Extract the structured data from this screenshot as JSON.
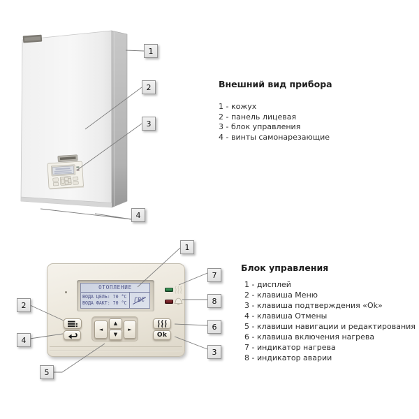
{
  "exterior_figure": {
    "heading": "Внешний вид прибора",
    "items": [
      "1 - кожух",
      "2 - панель лицевая",
      "3 - блок управления",
      "4 - винты самонарезающие"
    ],
    "callouts": [
      "1",
      "2",
      "3",
      "4"
    ]
  },
  "control_figure": {
    "heading": "Блок управления",
    "items": [
      "1 - дисплей",
      "2 - клавиша Меню",
      "3 - клавиша подтверждения «Ok»",
      "4 - клавиша Отмены",
      "5 - клавиши навигации и редактирования",
      "6 - клавиша включения нагрева",
      "7 - индикатор нагрева",
      "8 - индикатор аварии"
    ],
    "callouts": [
      "1",
      "2",
      "3",
      "4",
      "5",
      "6",
      "7",
      "8"
    ]
  },
  "panel": {
    "display": {
      "title": "ОТОПЛЕНИЕ",
      "line1": "ВОДА ЦЕЛЬ: 70 °C",
      "line2": "ВОДА ФАКТ: 70 °C",
      "dhw": "ГВС"
    },
    "nav": {
      "left": "◄",
      "up": "▲",
      "down": "▼",
      "right": "►"
    },
    "ok_label": "Ok",
    "icons": {
      "menu": "menu-list-icon",
      "back": "return-arrow-icon",
      "heat": "heat-waves-icon",
      "heating_indicator": "heat-waves-icon",
      "alarm_indicator": "bell-icon"
    },
    "colors": {
      "panel_body": "#ece7db",
      "lcd_bg": "#d5dae6",
      "lcd_text": "#4b5086",
      "led_heating": "#2f8c4d",
      "led_alarm": "#7e2027"
    }
  }
}
